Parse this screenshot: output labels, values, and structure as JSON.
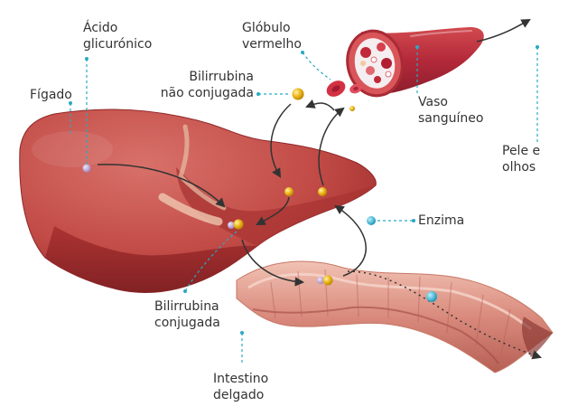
{
  "labels": {
    "acido": [
      "Ácido",
      "glicurónico"
    ],
    "globulo": [
      "Glóbulo",
      "vermelho"
    ],
    "figado": "Fígado",
    "bili_nc": [
      "Bilirrubina",
      "não conjugada"
    ],
    "vaso": [
      "Vaso",
      "sanguíneo"
    ],
    "pele": [
      "Pele e",
      "olhos"
    ],
    "enzima": "Enzima",
    "bili_c": [
      "Bilirrubina",
      "conjugada"
    ],
    "intestino": [
      "Intestino",
      "delgado"
    ]
  },
  "colors": {
    "liver": "#c8504c",
    "liver_dark": "#9e2a2a",
    "intestine": "#d98a7c",
    "vessel": "#b8323a",
    "leader": "#29a9c4",
    "arrow": "#333333",
    "bilirubin": "#e8b219",
    "acid": "#b9a0d0",
    "enzyme": "#2bb0cf"
  }
}
